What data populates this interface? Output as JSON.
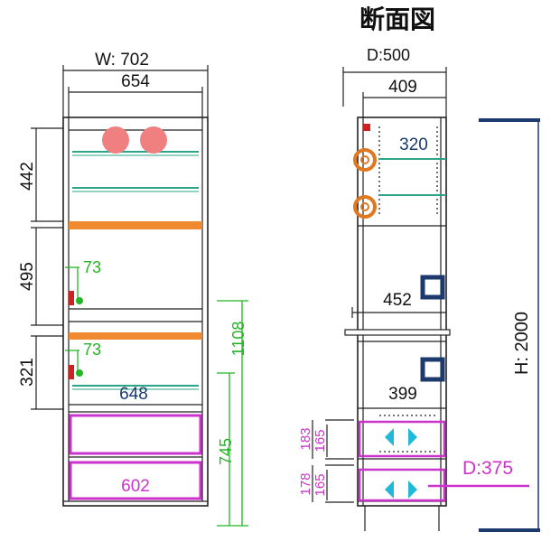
{
  "title": "断面図",
  "colors": {
    "line": "#222222",
    "shelf": "#f08a30",
    "glass": "#2aa58a",
    "green": "#25b525",
    "magenta": "#cc33cc",
    "cyan": "#22b8d8",
    "navy": "#1c3a6e",
    "pink": "#f08080",
    "orange": "#e07820",
    "red": "#cc2222"
  },
  "front": {
    "width_total": "W: 702",
    "width_inner": "654",
    "upper_height": "442",
    "middle_height": "495",
    "lower_height": "321",
    "pin_upper": "73",
    "pin_lower": "73",
    "shelf_width": "648",
    "drawer_width": "602",
    "height_1108": "1108",
    "height_745": "745"
  },
  "section": {
    "depth_total": "D:500",
    "depth_inner": "409",
    "upper_depth": "320",
    "slide_depth": "452",
    "lower_depth": "399",
    "drawer1_outer": "183",
    "drawer1_inner": "165",
    "drawer2_outer": "178",
    "drawer2_inner": "165",
    "drawer_depth": "D:375",
    "total_height": "H: 2000"
  }
}
